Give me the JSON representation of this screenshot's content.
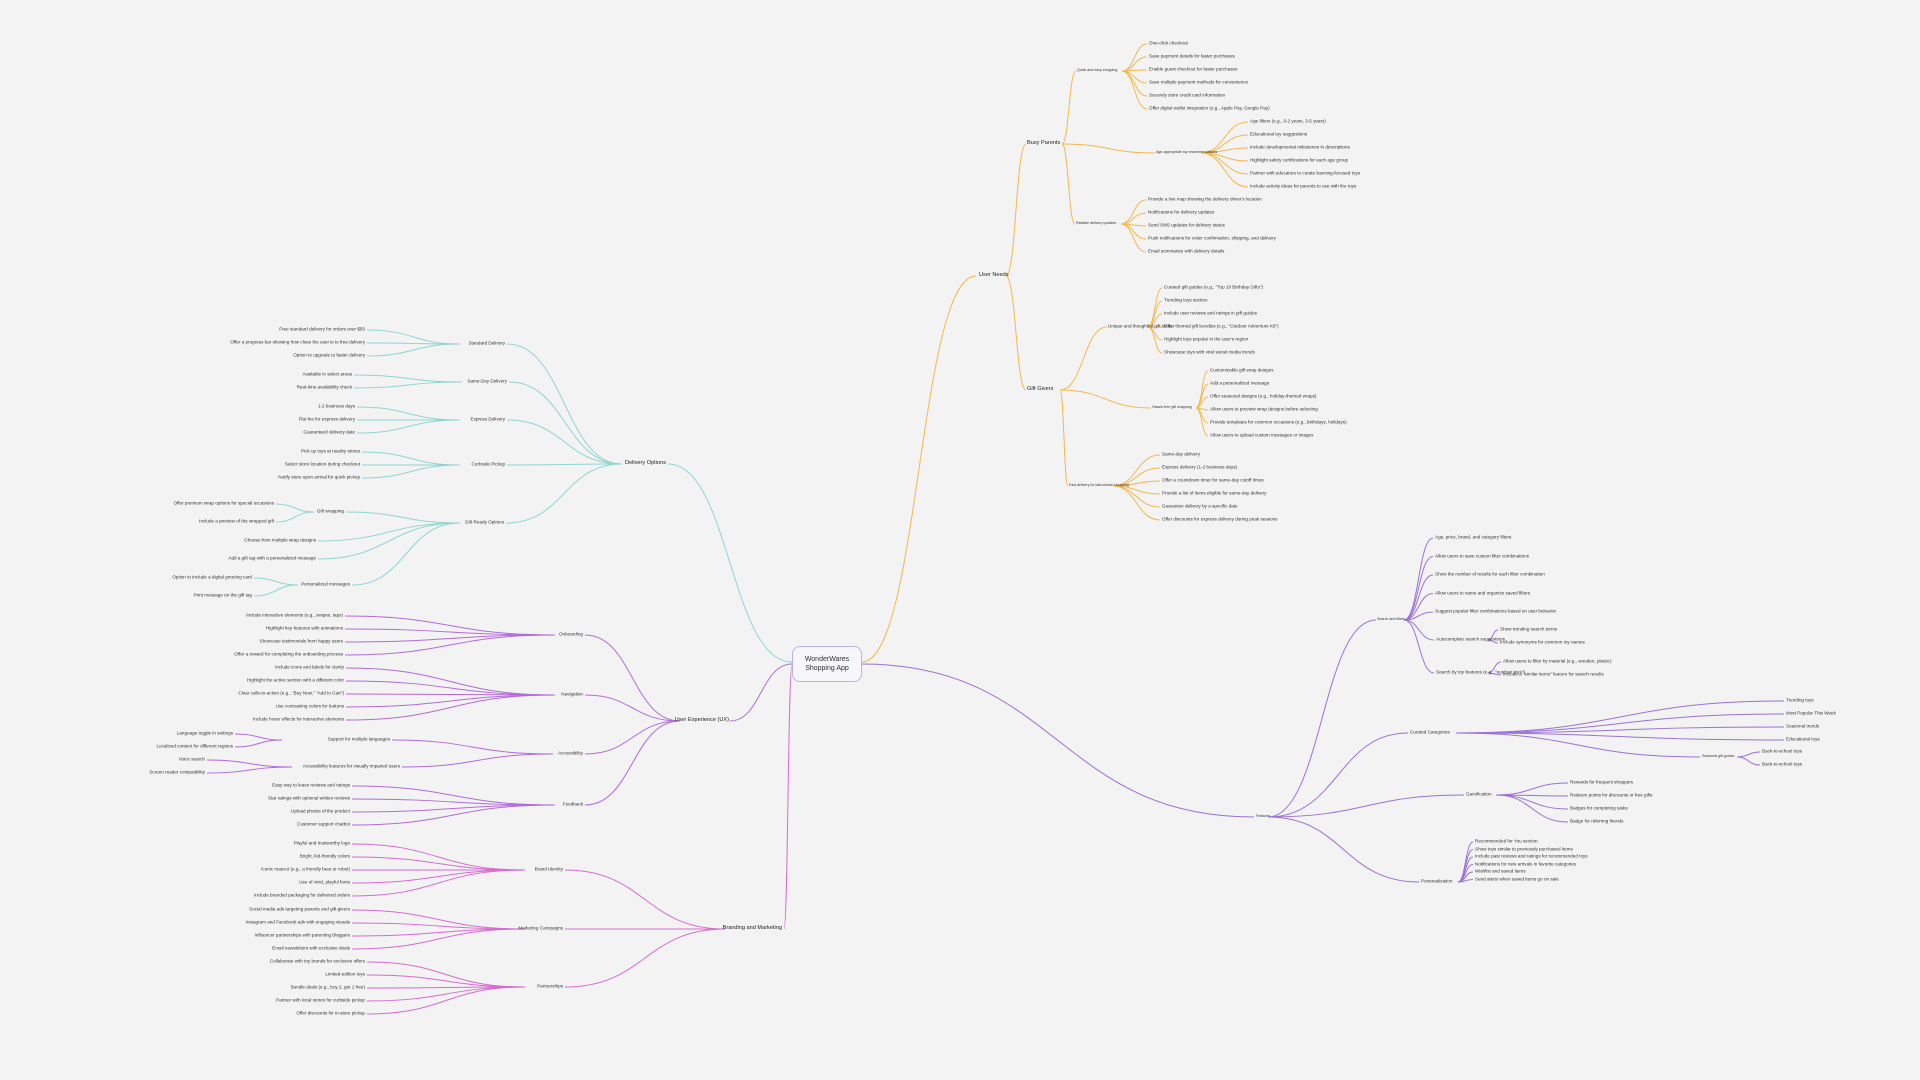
{
  "root": "WonderWares Shopping App",
  "colors": {
    "orange": "#f2b84b",
    "teal": "#8fd6d0",
    "purple": "#b26bd9",
    "violet": "#9b72d6",
    "pink": "#d66bd0"
  },
  "branches": {
    "user_needs": {
      "label": "User Needs",
      "busy_parents": {
        "label": "Busy Parents",
        "groups": [
          {
            "label": "Quick and easy shopping",
            "items": [
              "One-click checkout",
              "Save payment details for faster purchases",
              "Enable guest checkout for faster purchases",
              "Save multiple payment methods for convenience",
              "Securely store credit card information",
              "Offer digital wallet integration (e.g., Apple Pay, Google Pay)"
            ]
          },
          {
            "label": "Age-appropriate toy recommendations",
            "items": [
              "Age filters (e.g., 0-2 years, 3-5 years)",
              "Educational toy suggestions",
              "Include developmental milestones in descriptions",
              "Highlight safety certifications for each age group",
              "Partner with educators to curate learning-focused toys",
              "Include activity ideas for parents to use with the toys"
            ]
          },
          {
            "label": "Reliable delivery updates",
            "items": [
              "Provide a live map showing the delivery driver's location",
              "Notifications for delivery updates",
              "Send SMS updates for delivery status",
              "Push notifications for order confirmation, shipping, and delivery",
              "Email summaries with delivery details"
            ]
          }
        ]
      },
      "gift_givers": {
        "label": "Gift Givers",
        "groups": [
          {
            "label": "Unique and thoughtful gift ideas",
            "items": [
              "Curated gift guides (e.g., \"Top 10 Birthday Gifts\")",
              "Trending toys section",
              "Include user reviews and ratings in gift guides",
              "Offer themed gift bundles (e.g., \"Outdoor Adventure Kit\")",
              "Highlight toys popular in the user's region",
              "Showcase toys with viral social media trends"
            ]
          },
          {
            "label": "Hassle-free gift wrapping",
            "items": [
              "Customizable gift wrap designs",
              "Add a personalized message",
              "Offer seasonal designs (e.g., holiday-themed wraps)",
              "Allow users to preview wrap designs before selecting",
              "Provide templates for common occasions (e.g., birthdays, holidays)",
              "Allow users to upload custom messages or images"
            ]
          },
          {
            "label": "Fast delivery for last-minute shopping",
            "items": [
              "Same-day delivery",
              "Express delivery (1-2 business days)",
              "Offer a countdown timer for same-day cutoff times",
              "Provide a list of items eligible for same-day delivery",
              "Guarantee delivery by a specific date",
              "Offer discounts for express delivery during peak seasons"
            ]
          }
        ]
      }
    },
    "delivery": {
      "label": "Delivery Options",
      "groups": [
        {
          "label": "Standard Delivery",
          "items": [
            "Free standard delivery for orders over $50",
            "Offer a progress bar showing how close the user is to free delivery",
            "Option to upgrade to faster delivery"
          ]
        },
        {
          "label": "Same-Day Delivery",
          "items": [
            "Available in select areas",
            "Real-time availability check"
          ]
        },
        {
          "label": "Express Delivery",
          "items": [
            "1-2 business days",
            "Flat fee for express delivery",
            "Guaranteed delivery date"
          ]
        },
        {
          "label": "Curbside Pickup",
          "items": [
            "Pick up toys at nearby stores",
            "Select store location during checkout",
            "Notify store upon arrival for quick pickup"
          ]
        }
      ],
      "gift_ready": {
        "label": "Gift-Ready Options",
        "wrapping": {
          "label": "Gift wrapping",
          "items": [
            "Offer premium wrap options for special occasions",
            "Include a preview of the wrapped gift"
          ]
        },
        "direct": [
          "Choose from multiple wrap designs",
          "Add a gift tag with a personalized message"
        ],
        "messages": {
          "label": "Personalized messages",
          "items": [
            "Option to include a digital greeting card",
            "Print message on the gift tag"
          ]
        }
      }
    },
    "ux": {
      "label": "User Experience (UX)",
      "groups": [
        {
          "label": "Onboarding",
          "items": [
            "Include interactive elements (e.g., swipes, taps)",
            "Highlight key features with animations",
            "Showcase testimonials from happy users",
            "Offer a reward for completing the onboarding process"
          ]
        },
        {
          "label": "Navigation",
          "items": [
            "Include icons and labels for clarity",
            "Highlight the active section with a different color",
            "Clear calls-to-action (e.g., \"Buy Now,\" \"Add to Cart\")",
            "Use contrasting colors for buttons",
            "Include hover effects for interactive elements"
          ]
        },
        {
          "label": "Feedback",
          "items": [
            "Easy way to leave reviews and ratings",
            "Star ratings with optional written reviews",
            "Upload photos of the product",
            "Customer support chatbot"
          ]
        }
      ],
      "accessibility": {
        "label": "Accessibility",
        "sub": [
          {
            "label": "Support for multiple languages",
            "items": [
              "Language toggle in settings",
              "Localized content for different regions"
            ]
          },
          {
            "label": "Accessibility features for visually impaired users",
            "items": [
              "Voice search",
              "Screen reader compatibility"
            ]
          }
        ]
      }
    },
    "branding": {
      "label": "Branding and Marketing",
      "groups": [
        {
          "label": "Brand Identity",
          "items": [
            "Playful and trustworthy logo",
            "Bright, kid-friendly colors",
            "Iconic mascot (e.g., a friendly bear or robot)",
            "Use of vivid, playful fonts",
            "Include branded packaging for delivered orders"
          ]
        },
        {
          "label": "Marketing Campaigns",
          "items": [
            "Social media ads targeting parents and gift-givers",
            "Instagram and Facebook ads with engaging visuals",
            "Influencer partnerships with parenting bloggers",
            "Email newsletters with exclusive deals"
          ]
        },
        {
          "label": "Partnerships",
          "items": [
            "Collaborate with toy brands for exclusive offers",
            "Limited-edition toys",
            "Bundle deals (e.g., buy 2, get 1 free)",
            "Partner with local stores for curbside pickup",
            "Offer discounts for in-store pickup"
          ]
        }
      ]
    },
    "features": {
      "label": "Features",
      "search": {
        "label": "Search and filters",
        "items": [
          "Age, price, brand, and category filters",
          "Allow users to save custom filter combinations",
          "Show the number of results for each filter combination",
          "Allow users to name and organize saved filters",
          "Suggest popular filter combinations based on user behavior"
        ],
        "sub": [
          {
            "label": "Autocomplete search suggestions",
            "items": [
              "Show trending search terms",
              "Include synonyms for common toy names"
            ]
          },
          {
            "label": "Search by toy features (e.g., \"outdoor toys\")",
            "items": [
              "Allow users to filter by material (e.g., wooden, plastic)",
              "Include a \"similar items\" feature for search results"
            ]
          }
        ]
      },
      "curated": {
        "label": "Curated Categories",
        "items": [
          "Trending toys",
          "Most Popular This Week",
          "Seasonal trends",
          "Educational toys"
        ],
        "sub": {
          "label": "Seasonal gift guides",
          "items": [
            "Back-to-school toys",
            "Back-to-school toys"
          ]
        }
      },
      "gamification": {
        "label": "Gamification",
        "items": [
          "Rewards for frequent shoppers",
          "Redeem points for discounts or free gifts",
          "Badges for completing tasks",
          "Badge for referring friends"
        ]
      },
      "personalization": {
        "label": "Personalization",
        "items": [
          "Recommended for You section",
          "Show toys similar to previously purchased items",
          "Include past reviews and ratings for recommended toys",
          "Notifications for new arrivals in favorite categories",
          "Wishlist and saved items",
          "Send alerts when saved items go on sale"
        ]
      }
    }
  }
}
